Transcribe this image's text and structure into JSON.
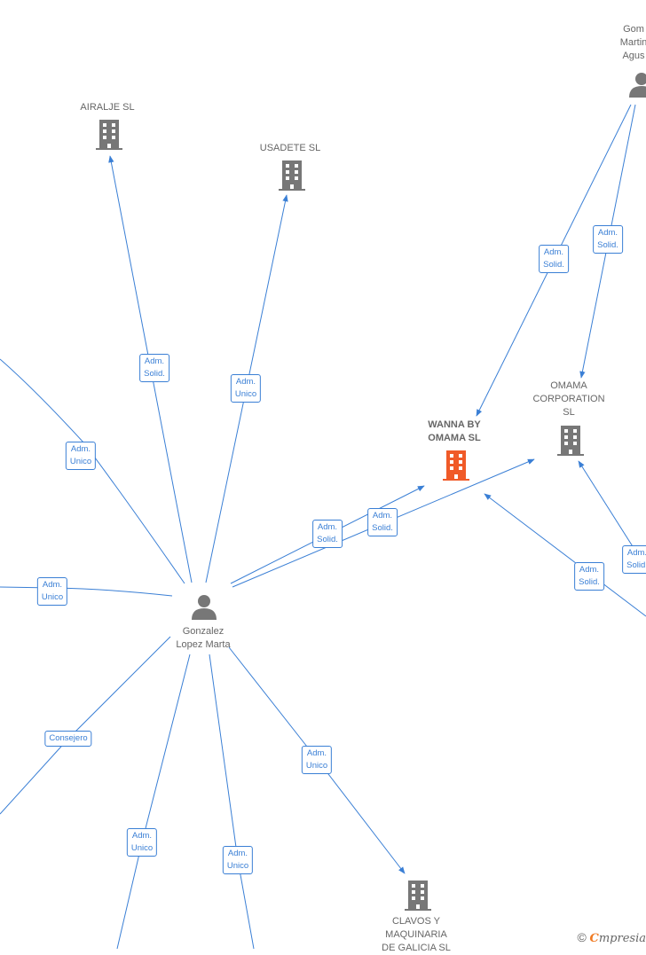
{
  "colors": {
    "edge": "#3a7fd5",
    "company": "#777777",
    "focus": "#f05a28",
    "person": "#777777"
  },
  "nodes": {
    "airalje": {
      "lines": [
        "AIRALJE  SL"
      ],
      "icon": "building-icon"
    },
    "usadete": {
      "lines": [
        "USADETE  SL"
      ],
      "icon": "building-icon"
    },
    "gomez": {
      "lines": [
        "Gom",
        "Martin",
        "Agus"
      ],
      "icon": "person-icon"
    },
    "wanna": {
      "lines": [
        "WANNA BY",
        "OMAMA  SL"
      ],
      "icon": "building-icon"
    },
    "omama": {
      "lines": [
        "OMAMA",
        "CORPORATION",
        "SL"
      ],
      "icon": "building-icon"
    },
    "gonzalez": {
      "lines": [
        "Gonzalez",
        "Lopez Marta"
      ],
      "icon": "person-icon"
    },
    "clavos": {
      "lines": [
        "CLAVOS Y",
        "MAQUINARIA",
        "DE GALICIA  SL"
      ],
      "icon": "building-icon"
    }
  },
  "edge_labels": [
    [
      "Adm.",
      "Solid."
    ],
    [
      "Adm.",
      "Unico"
    ],
    [
      "Adm.",
      "Solid."
    ],
    [
      "Adm.",
      "Solid."
    ],
    [
      "Adm.",
      "Unico"
    ],
    [
      "Adm.",
      "Solid."
    ],
    [
      "Adm.",
      "Solid."
    ],
    [
      "Adm.",
      "Unico"
    ],
    [
      "Adm.",
      "Solid."
    ],
    [
      "Adm.",
      "Solid."
    ],
    [
      "Consejero"
    ],
    [
      "Adm.",
      "Unico"
    ],
    [
      "Adm.",
      "Unico"
    ],
    [
      "Adm.",
      "Unico"
    ]
  ],
  "brand": {
    "copyright": "©",
    "initial": "C",
    "name": "mpresia"
  }
}
